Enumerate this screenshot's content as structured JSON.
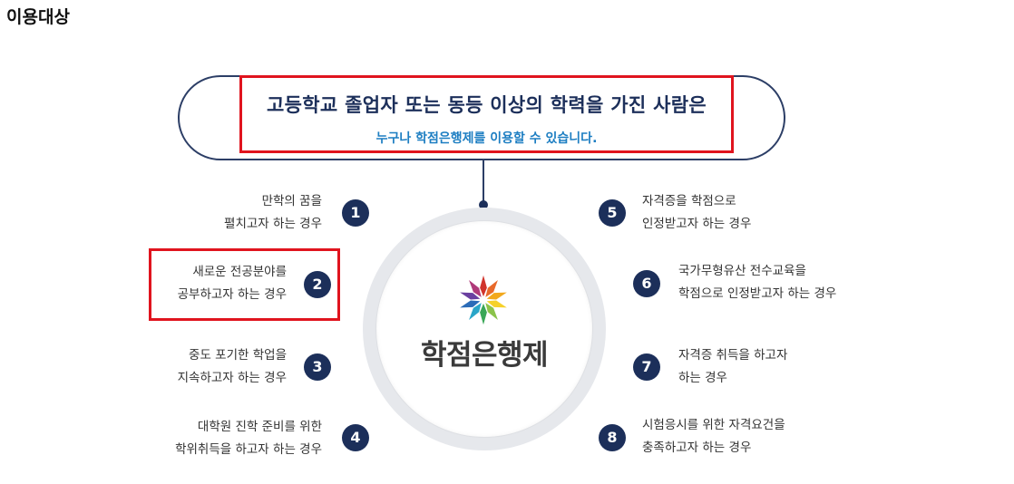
{
  "section": {
    "title": "이용대상"
  },
  "banner": {
    "headline": "고등학교 졸업자 또는 동등 이상의 학력을 가진 사람은",
    "subline": "누구나 학점은행제를 이용할 수 있습니다."
  },
  "center": {
    "title": "학점은행제"
  },
  "colors": {
    "navy": "#1c2f5a",
    "blue": "#1d7ec2",
    "red": "#e0141e",
    "ring": "#e6e8ec"
  },
  "items": [
    {
      "num": "1",
      "line1": "만학의 꿈을",
      "line2": "펼치고자 하는 경우"
    },
    {
      "num": "2",
      "line1": "새로운 전공분야를",
      "line2": "공부하고자 하는 경우"
    },
    {
      "num": "3",
      "line1": "중도 포기한 학업을",
      "line2": "지속하고자 하는 경우"
    },
    {
      "num": "4",
      "line1": "대학원 진학 준비를 위한",
      "line2": "학위취득을 하고자 하는 경우"
    },
    {
      "num": "5",
      "line1": "자격증을 학점으로",
      "line2": "인정받고자 하는 경우"
    },
    {
      "num": "6",
      "line1": "국가무형유산 전수교육을",
      "line2": "학점으로 인정받고자 하는 경우"
    },
    {
      "num": "7",
      "line1": "자격증 취득을 하고자",
      "line2": "하는 경우"
    },
    {
      "num": "8",
      "line1": "시험응시를 위한 자격요건을",
      "line2": "충족하고자 하는 경우"
    }
  ]
}
